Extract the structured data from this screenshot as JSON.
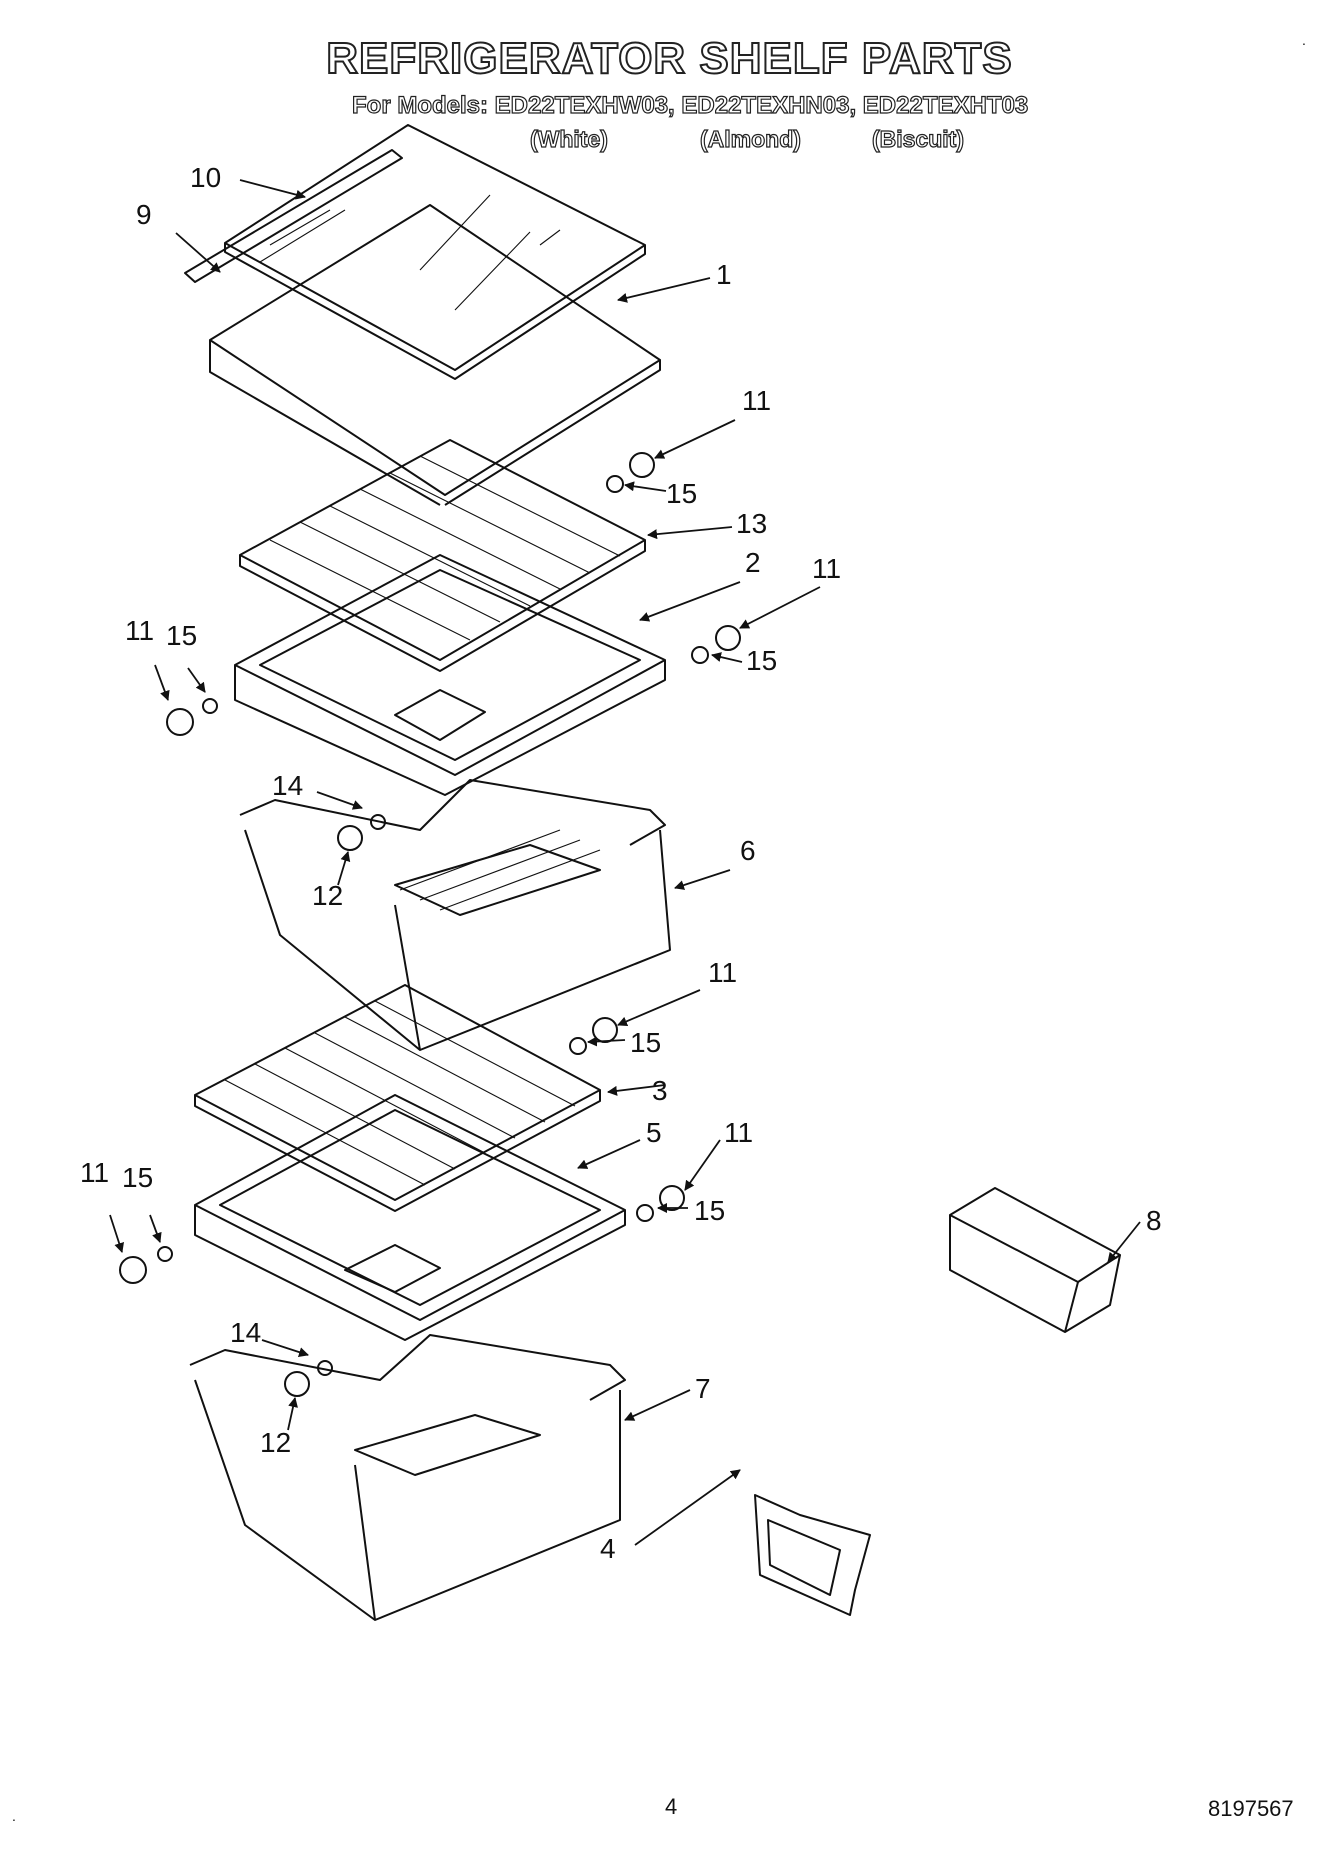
{
  "header": {
    "title": "REFRIGERATOR SHELF PARTS",
    "models_line": "For Models: ED22TEXHW03, ED22TEXHN03, ED22TEXHT03",
    "colors": [
      "(White)",
      "(Almond)",
      "(Biscuit)"
    ]
  },
  "callouts": {
    "c1": "1",
    "c2": "2",
    "c3": "3",
    "c4": "4",
    "c5": "5",
    "c6": "6",
    "c7": "7",
    "c8": "8",
    "c9": "9",
    "c10": "10",
    "c11a": "11",
    "c11b": "11",
    "c11c": "11",
    "c11d": "11",
    "c11e": "11",
    "c11f": "11",
    "c12a": "12",
    "c12b": "12",
    "c13": "13",
    "c14a": "14",
    "c14b": "14",
    "c15a": "15",
    "c15b": "15",
    "c15c": "15",
    "c15d": "15",
    "c15e": "15",
    "c15f": "15"
  },
  "footer": {
    "page_number": "4",
    "document_number": "8197567",
    "dot_top_right": ".",
    "dot_bottom_left": "."
  }
}
